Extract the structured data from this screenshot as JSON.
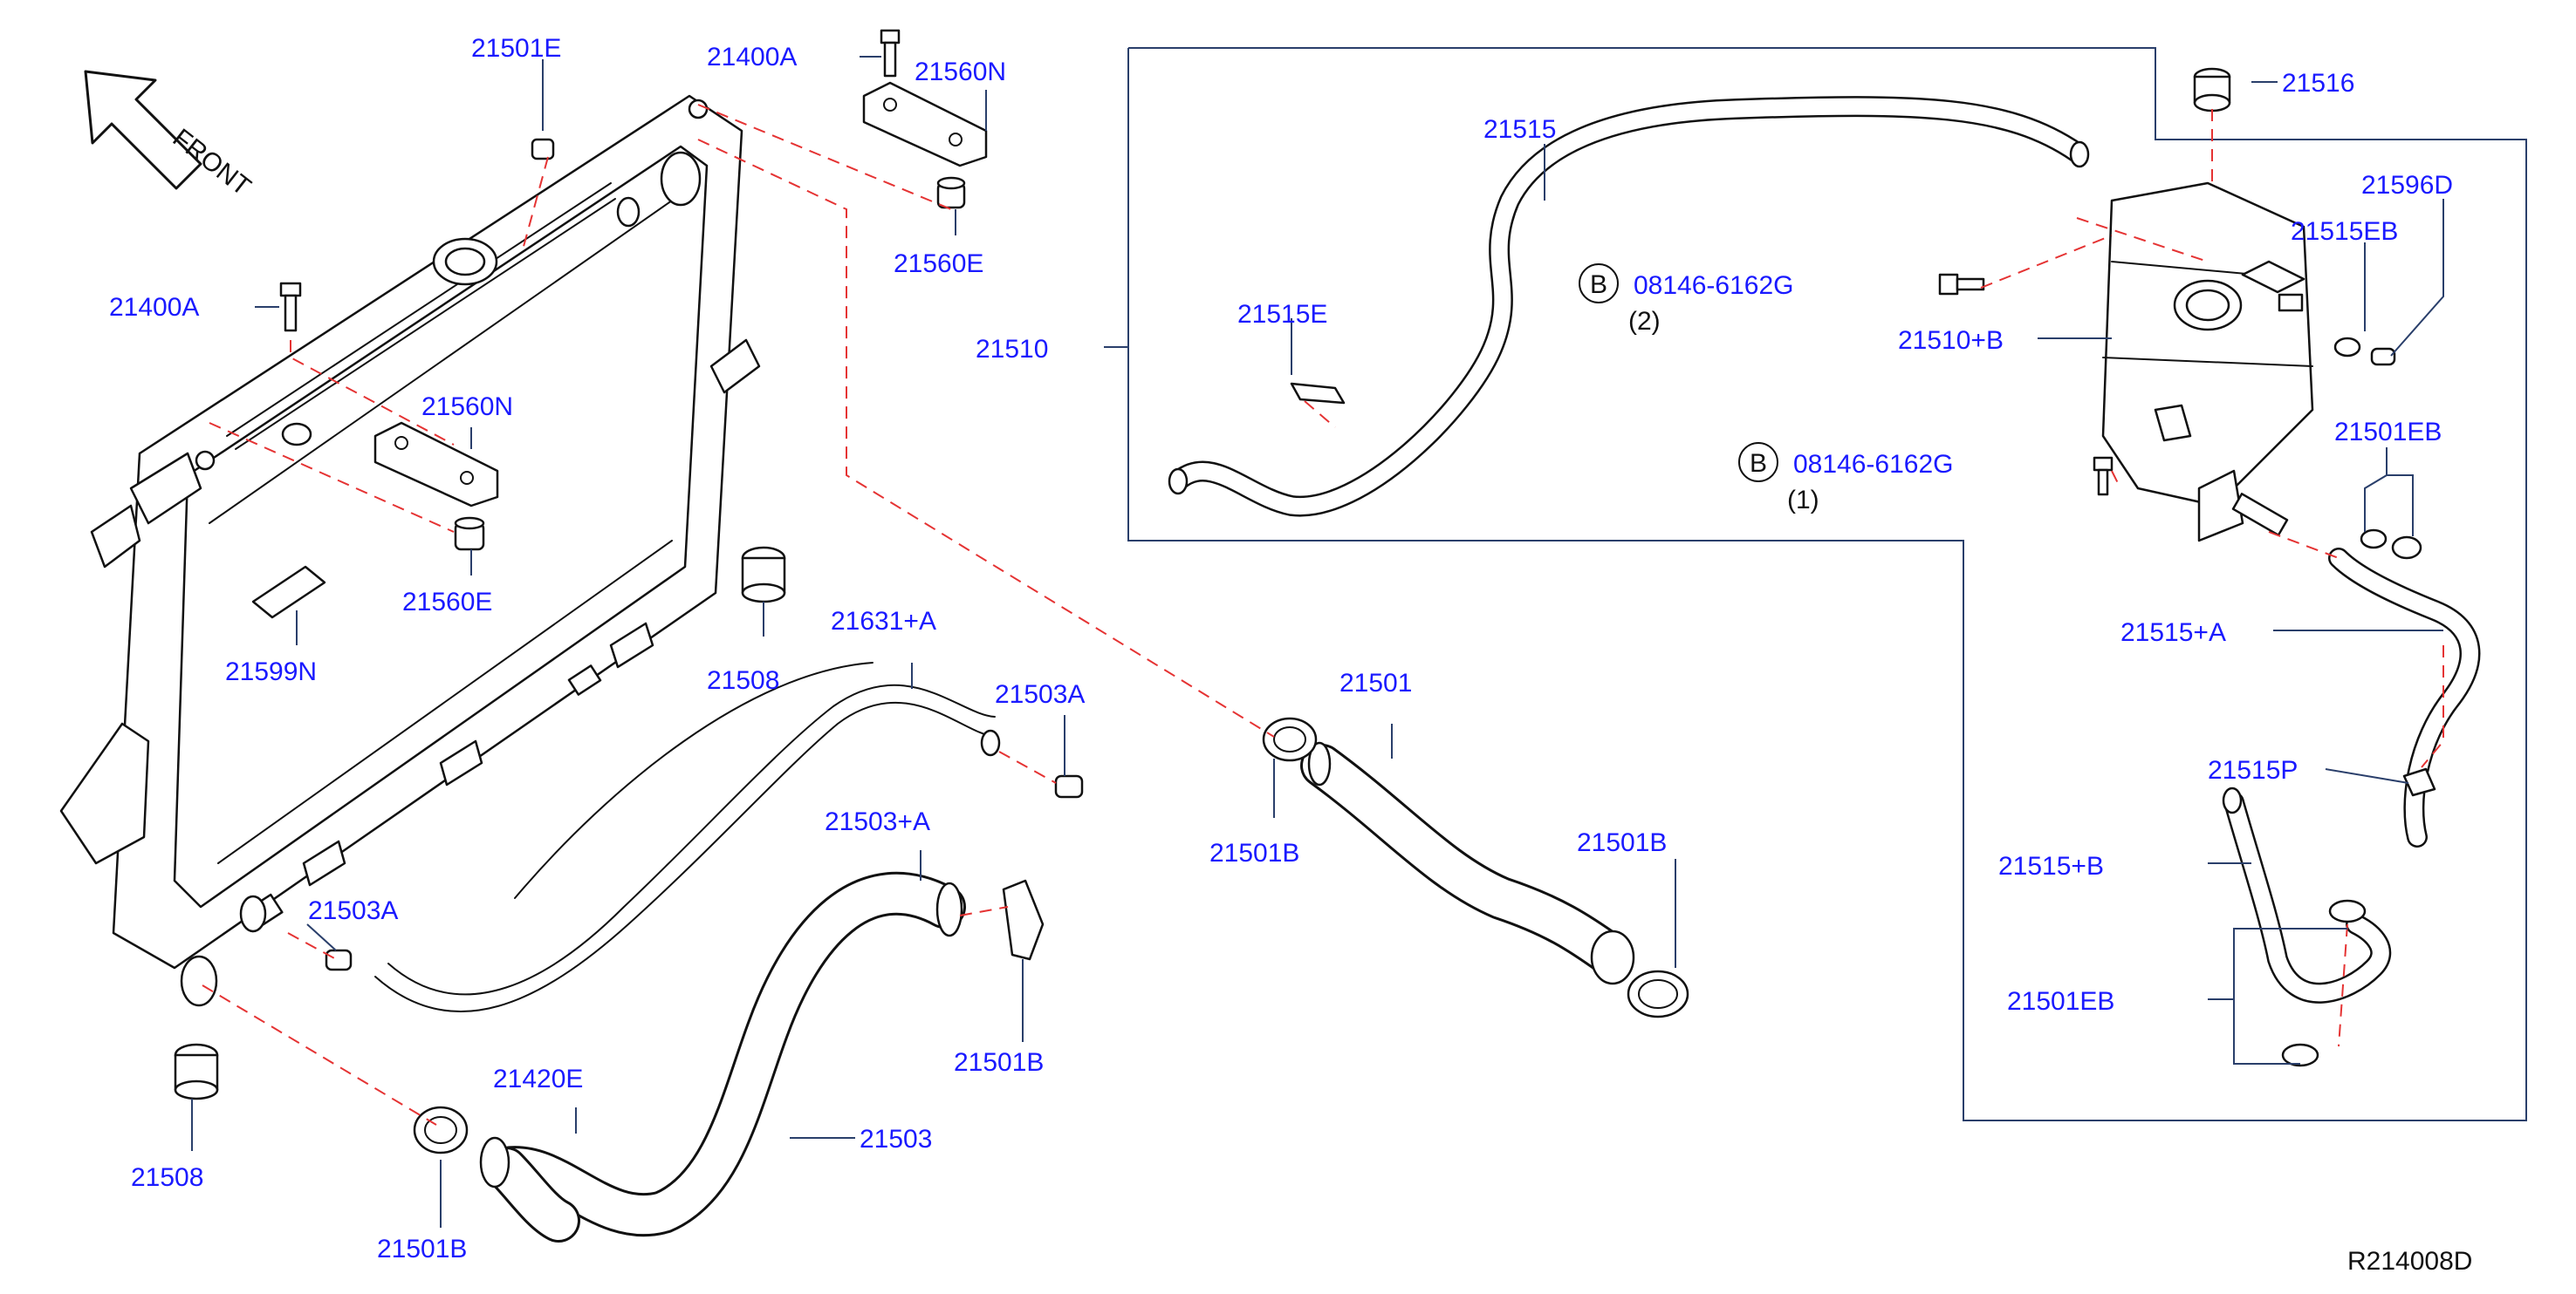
{
  "orientation": {
    "front_label": "FRONT"
  },
  "parts": {
    "p21501E": "21501E",
    "p21400A_top": "21400A",
    "p21560N_top": "21560N",
    "p21560E_top": "21560E",
    "p21400A_left": "21400A",
    "p21560N_mid": "21560N",
    "p21560E_mid": "21560E",
    "p21599N": "21599N",
    "p21508_mid": "21508",
    "p21631A": "21631+A",
    "p21503A_right": "21503A",
    "p21503A_left": "21503A",
    "p21503A_plus": "21503+A",
    "p21501": "21501",
    "p21501B_upper": "21501B",
    "p21501B_right": "21501B",
    "p21501B_clip": "21501B",
    "p21420E": "21420E",
    "p21503": "21503",
    "p21508_low": "21508",
    "p21501B_bottom": "21501B",
    "p21515": "21515",
    "p21516": "21516",
    "p21596D": "21596D",
    "p21515EB": "21515EB",
    "p21515E": "21515E",
    "p21510": "21510",
    "p21510B": "21510+B",
    "p21501EB_top": "21501EB",
    "p21515A": "21515+A",
    "p21515P": "21515P",
    "p21515B": "21515+B",
    "p21501EB_bottom": "21501EB"
  },
  "bolts": {
    "upper": {
      "symbol": "B",
      "code": "08146-6162G",
      "qty": "(2)"
    },
    "lower": {
      "symbol": "B",
      "code": "08146-6162G",
      "qty": "(1)"
    }
  },
  "diagram_ref": "R214008D",
  "colors": {
    "part_number": "#1a1aff",
    "leader": "#2a3f6b",
    "dashed_guide": "#e53333",
    "linework": "#111111"
  }
}
